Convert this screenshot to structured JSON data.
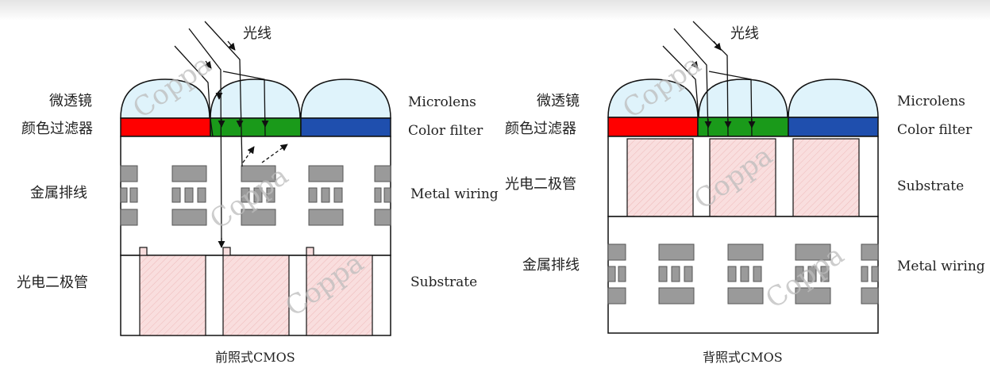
{
  "colors": {
    "microlens_fill": "#dff3fb",
    "filter_red": "#ff0000",
    "filter_green": "#1a9a1a",
    "filter_blue": "#1f4fae",
    "wiring_gray": "#9a9a9a",
    "photodiode_pink": "#f9dede",
    "outline": "#111111"
  },
  "front": {
    "light_label": "光线",
    "microlens_cn": "微透镜",
    "microlens_en": "Microlens",
    "filter_cn": "颜色过滤器",
    "filter_en": "Color filter",
    "wiring_cn": "金属排线",
    "wiring_en": "Metal wiring",
    "photodiode_cn": "光电二极管",
    "substrate_en": "Substrate",
    "caption": "前照式CMOS"
  },
  "back": {
    "light_label": "光线",
    "microlens_cn": "微透镜",
    "microlens_en": "Microlens",
    "filter_cn": "颜色过滤器",
    "filter_en": "Color filter",
    "photodiode_cn": "光电二极管",
    "substrate_en": "Substrate",
    "wiring_cn": "金属排线",
    "wiring_en": "Metal wiring",
    "caption": "背照式CMOS"
  },
  "watermark": "Coppa"
}
